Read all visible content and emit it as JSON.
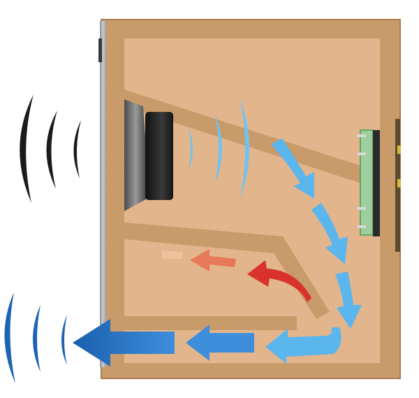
{
  "diagram": {
    "subject": "loudspeaker-enclosure-cross-section",
    "components": [
      {
        "id": "cabinet-wall",
        "color": "#C99A6A"
      },
      {
        "id": "cabinet-interior",
        "color": "#E2B58D"
      },
      {
        "id": "front-baffle",
        "color": "#A9A9A9"
      },
      {
        "id": "upper-partition",
        "color": "#C99A6A"
      },
      {
        "id": "lower-partition",
        "color": "#C99A6A"
      },
      {
        "id": "driver",
        "color": "#1E1E1E"
      },
      {
        "id": "rear-terminal-plate",
        "color": "#2A2A2A"
      },
      {
        "id": "circuit-board",
        "color": "#6FB873"
      }
    ],
    "flows": [
      {
        "id": "rear-wave-path",
        "color": "#5BB6EE",
        "icon": "light-blue-arrow"
      },
      {
        "id": "port-output",
        "color": "#1F6FC2",
        "icon": "dark-blue-arrow"
      },
      {
        "id": "absorbed-path",
        "color": "#D9322B",
        "icon": "red-arrow"
      }
    ],
    "sound_waves": [
      {
        "id": "front-driver-waves",
        "color": "#1A1A1A",
        "icon": "black-arcs"
      },
      {
        "id": "port-waves",
        "color": "#1F63B5",
        "icon": "blue-arcs"
      },
      {
        "id": "internal-waves",
        "color": "#6EC3F2",
        "icon": "light-blue-arcs"
      }
    ]
  }
}
